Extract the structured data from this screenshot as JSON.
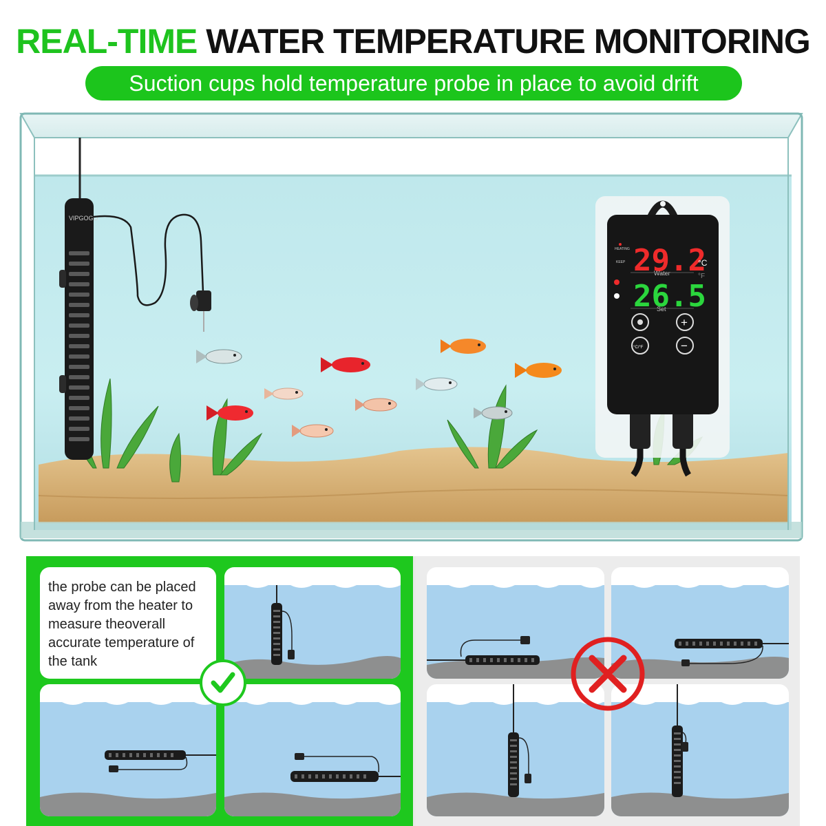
{
  "header": {
    "title_highlight": "REAL-TIME",
    "title_rest": "WATER TEMPERATURE MONITORING",
    "subtitle": "Suction cups hold temperature probe in place to avoid drift"
  },
  "heater": {
    "brand": "VIPGOGO"
  },
  "controller": {
    "water_temp": "29.2",
    "set_temp": "26.5",
    "unit_c": "°C",
    "unit_f": "°F",
    "water_label": "Water",
    "set_label": "Set",
    "heating_label": "HEATING",
    "keep_label": "KEEP",
    "plus": "+",
    "minus": "−",
    "cf": "°C/°F"
  },
  "bottom": {
    "note": "the probe can be placed away from the heater to measure theoverall accurate temperature of the tank",
    "colors": {
      "correct": "#1ec81e",
      "wrong": "#e02020"
    }
  }
}
